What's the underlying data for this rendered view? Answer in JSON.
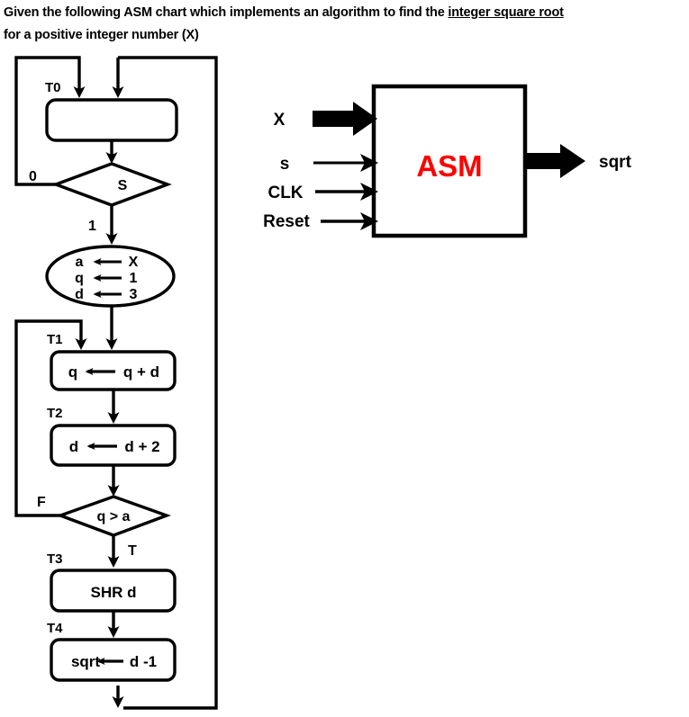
{
  "prompt": {
    "line1_a": "Given the following ASM chart which implements an algorithm to find the ",
    "line1_b": "integer square root",
    "line2": "for a positive integer number (X)"
  },
  "asm_chart": {
    "states": [
      {
        "id": "T0",
        "label": "T0",
        "type": "state-box",
        "text": ""
      },
      {
        "id": "T1",
        "label": "T1",
        "type": "state-box",
        "text": "q  ←  q + d"
      },
      {
        "id": "T2",
        "label": "T2",
        "type": "state-box",
        "text": "d  ←  d + 2"
      },
      {
        "id": "T3",
        "label": "T3",
        "type": "state-box",
        "text": "SHR  d"
      },
      {
        "id": "T4",
        "label": "T4",
        "type": "state-box",
        "text": "sqrt ←   d -1"
      }
    ],
    "decisions": [
      {
        "id": "S",
        "text": "S",
        "branch_false": "0",
        "branch_true": "1"
      },
      {
        "id": "qa",
        "text": "q > a",
        "branch_false": "F",
        "branch_true": "T"
      }
    ],
    "conditional_output": {
      "id": "init-oval",
      "rows": [
        {
          "dest": "a",
          "arrow": "←",
          "src": "X"
        },
        {
          "dest": "q",
          "arrow": "←",
          "src": "1"
        },
        {
          "dest": "d",
          "arrow": "←",
          "src": "3"
        }
      ]
    }
  },
  "block_diagram": {
    "block_label": "ASM",
    "block_label_color": "#FF0000",
    "inputs": [
      {
        "name": "X",
        "bus": true
      },
      {
        "name": "s",
        "bus": false
      },
      {
        "name": "CLK",
        "bus": false
      },
      {
        "name": "Reset",
        "bus": false
      }
    ],
    "outputs": [
      {
        "name": "sqrt",
        "bus": true
      }
    ]
  }
}
